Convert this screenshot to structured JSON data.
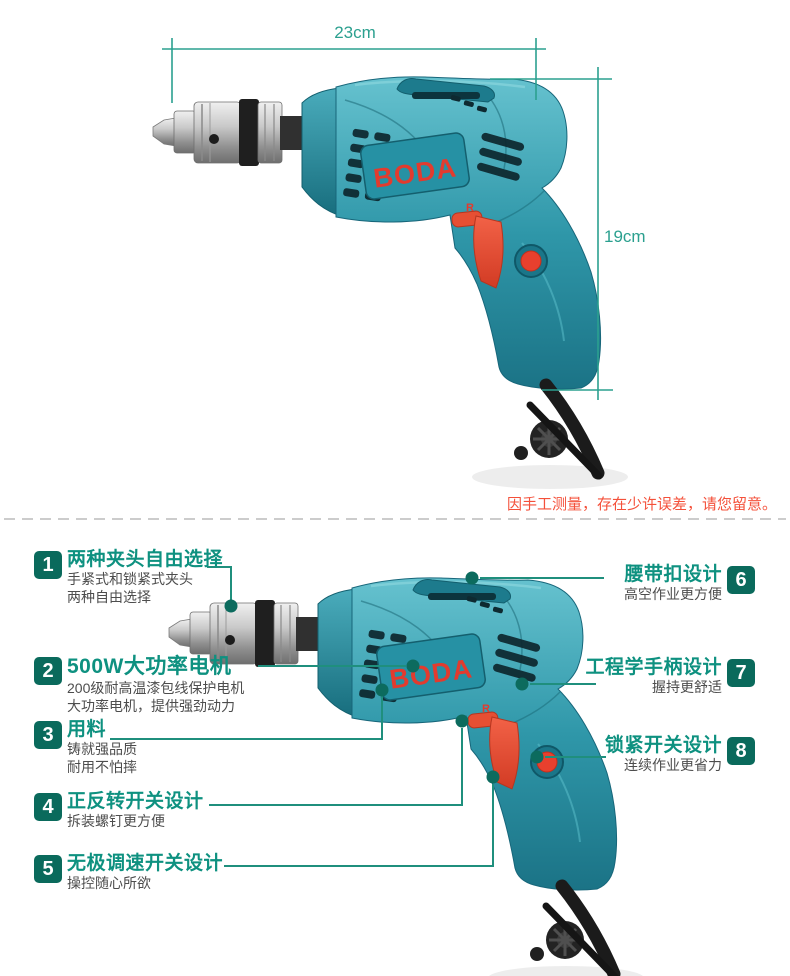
{
  "dimensions": {
    "width_label": "23cm",
    "height_label": "19cm"
  },
  "brand": {
    "logo": "BODA",
    "direction_label": "R"
  },
  "note": "因手工测量，存在少许误差，请您留意。",
  "features_left": [
    {
      "num": "1",
      "title": "两种夹头自由选择",
      "lines": [
        "手紧式和锁紧式夹头",
        "两种自由选择"
      ]
    },
    {
      "num": "2",
      "title": "500W大功率电机",
      "lines": [
        "200级耐高温漆包线保护电机",
        "大功率电机，提供强劲动力"
      ]
    },
    {
      "num": "3",
      "title": "用料",
      "lines": [
        "铸就强品质",
        "耐用不怕摔"
      ]
    },
    {
      "num": "4",
      "title": "正反转开关设计",
      "lines": [
        "拆装螺钉更方便"
      ]
    },
    {
      "num": "5",
      "title": "无极调速开关设计",
      "lines": [
        "操控随心所欲"
      ]
    }
  ],
  "features_right": [
    {
      "num": "6",
      "title": "腰带扣设计",
      "lines": [
        "高空作业更方便"
      ]
    },
    {
      "num": "7",
      "title": "工程学手柄设计",
      "lines": [
        "握持更舒适"
      ]
    },
    {
      "num": "8",
      "title": "锁紧开关设计",
      "lines": [
        "连续作业更省力"
      ]
    }
  ],
  "colors": {
    "accent_title": "#0e9180",
    "badge_bg": "#0a6a5c",
    "dimension_line": "#2ba08f",
    "connector_line": "#1f8f7d",
    "note_red": "#f4503a",
    "drill_body": "#2f97a9",
    "trigger_red": "#e64f33",
    "logo_red": "#e23b2e"
  }
}
